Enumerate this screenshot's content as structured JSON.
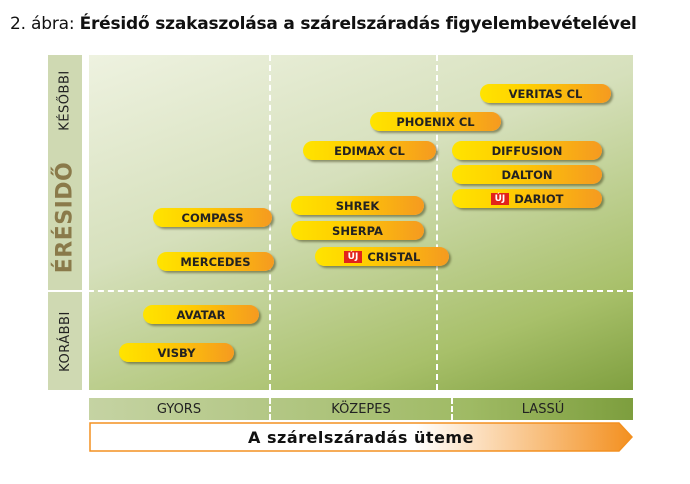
{
  "title": {
    "prefix": "2. ábra: ",
    "main": "Érésidő szakaszolása a szárelszáradás figyelembevételével"
  },
  "y_axis": {
    "title": "ÉRÉSIDŐ",
    "upper": "KÉSŐBBI",
    "lower": "KORÁBBI"
  },
  "x_axis": {
    "title": "A szárelszáradás üteme",
    "categories": [
      "GYORS",
      "KÖZEPES",
      "LASSÚ"
    ]
  },
  "new_badge": "ÚJ",
  "varieties": [
    {
      "name": "VERITAS CL"
    },
    {
      "name": "PHOENIX CL"
    },
    {
      "name": "EDIMAX CL"
    },
    {
      "name": "DIFFUSION"
    },
    {
      "name": "DALTON"
    },
    {
      "name": "DARIOT",
      "new": true
    },
    {
      "name": "COMPASS"
    },
    {
      "name": "SHREK"
    },
    {
      "name": "SHERPA"
    },
    {
      "name": "CRISTAL",
      "new": true
    },
    {
      "name": "MERCEDES"
    },
    {
      "name": "AVATAR"
    },
    {
      "name": "VISBY"
    }
  ],
  "colors": {
    "pill_start": "#ffe400",
    "pill_end": "#f59a20",
    "badge": "#e2231a",
    "arrow": "#f39020",
    "plot_dark": "#80a040"
  }
}
